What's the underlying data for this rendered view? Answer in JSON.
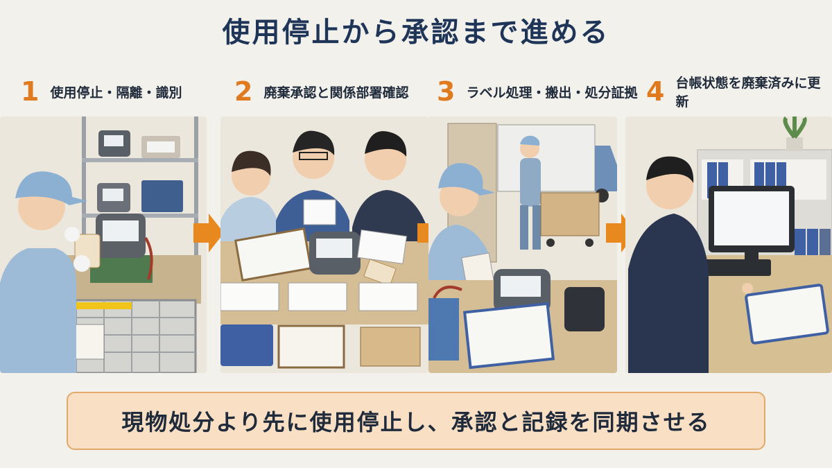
{
  "title": "使用停止から承認まで進める",
  "steps": [
    {
      "num": "1",
      "label": "使用停止・隔離・識別"
    },
    {
      "num": "2",
      "label": "廃棄承認と関係部署確認"
    },
    {
      "num": "3",
      "label": "ラベル処理・搬出・処分証拠"
    },
    {
      "num": "4",
      "label": "台帳状態を廃棄済みに更新"
    }
  ],
  "summary": "現物処分より先に使用停止し、承認と記録を同期させる",
  "colors": {
    "title": "#1f3558",
    "step_number": "#e07a1f",
    "arrow": "#e8891f",
    "summary_bg": "#f9dfc4",
    "summary_border": "#e3a86b"
  }
}
